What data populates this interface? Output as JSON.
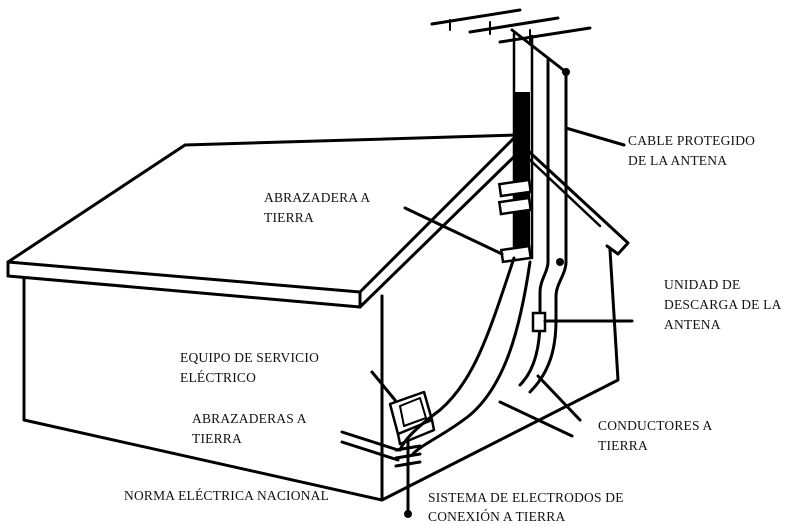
{
  "labels": {
    "antenna_cable": [
      "CABLE PROTEGIDO",
      "DE LA ANTENA"
    ],
    "ground_clamp": [
      "ABRAZADERA A",
      "TIERRA"
    ],
    "discharge_unit": [
      "UNIDAD DE",
      "DESCARGA DE LA",
      "ANTENA"
    ],
    "service_equipment": [
      "EQUIPO DE SERVICIO",
      "ELÉCTRICO"
    ],
    "ground_clamps": [
      "ABRAZADERAS A",
      "TIERRA"
    ],
    "ground_conductors": [
      "CONDUCTORES A",
      "TIERRA"
    ],
    "electrical_code": [
      "NORMA ELÉCTRICA NACIONAL"
    ],
    "electrode_system": [
      "SISTEMA DE ELECTRODOS DE",
      "CONEXIÓN A TIERRA"
    ]
  },
  "colors": {
    "ink": "#000000",
    "paper": "#ffffff"
  }
}
